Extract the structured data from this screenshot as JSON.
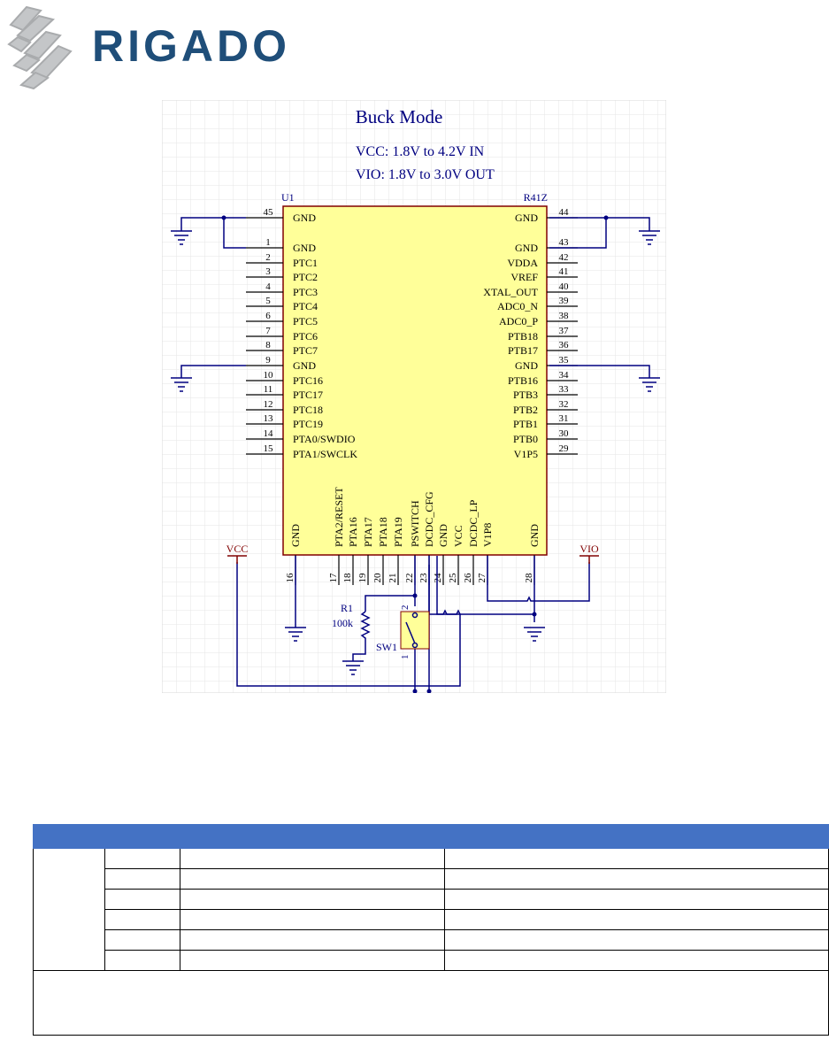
{
  "logo": {
    "text": "RIGADO"
  },
  "schematic": {
    "title": "Buck Mode",
    "vcc_note": "VCC: 1.8V to 4.2V IN",
    "vio_note": "VIO: 1.8V to 3.0V OUT",
    "designator": "U1",
    "part_name": "R41Z",
    "left_pins": [
      {
        "num": "45",
        "name": "GND"
      },
      {
        "num": "1",
        "name": "GND"
      },
      {
        "num": "2",
        "name": "PTC1"
      },
      {
        "num": "3",
        "name": "PTC2"
      },
      {
        "num": "4",
        "name": "PTC3"
      },
      {
        "num": "5",
        "name": "PTC4"
      },
      {
        "num": "6",
        "name": "PTC5"
      },
      {
        "num": "7",
        "name": "PTC6"
      },
      {
        "num": "8",
        "name": "PTC7"
      },
      {
        "num": "9",
        "name": "GND"
      },
      {
        "num": "10",
        "name": "PTC16"
      },
      {
        "num": "11",
        "name": "PTC17"
      },
      {
        "num": "12",
        "name": "PTC18"
      },
      {
        "num": "13",
        "name": "PTC19"
      },
      {
        "num": "14",
        "name": "PTA0/SWDIO"
      },
      {
        "num": "15",
        "name": "PTA1/SWCLK"
      }
    ],
    "right_pins": [
      {
        "num": "44",
        "name": "GND"
      },
      {
        "num": "43",
        "name": "GND"
      },
      {
        "num": "42",
        "name": "VDDA"
      },
      {
        "num": "41",
        "name": "VREF"
      },
      {
        "num": "40",
        "name": "XTAL_OUT"
      },
      {
        "num": "39",
        "name": "ADC0_N"
      },
      {
        "num": "38",
        "name": "ADC0_P"
      },
      {
        "num": "37",
        "name": "PTB18"
      },
      {
        "num": "36",
        "name": "PTB17"
      },
      {
        "num": "35",
        "name": "GND"
      },
      {
        "num": "34",
        "name": "PTB16"
      },
      {
        "num": "33",
        "name": "PTB3"
      },
      {
        "num": "32",
        "name": "PTB2"
      },
      {
        "num": "31",
        "name": "PTB1"
      },
      {
        "num": "30",
        "name": "PTB0"
      },
      {
        "num": "29",
        "name": "V1P5"
      }
    ],
    "bottom_pins": [
      {
        "num": "16",
        "name": "GND"
      },
      {
        "num": "17",
        "name": "PTA2/RESET"
      },
      {
        "num": "18",
        "name": "PTA16"
      },
      {
        "num": "19",
        "name": "PTA17"
      },
      {
        "num": "20",
        "name": "PTA18"
      },
      {
        "num": "21",
        "name": "PTA19"
      },
      {
        "num": "22",
        "name": "PSWITCH"
      },
      {
        "num": "23",
        "name": "DCDC_CFG"
      },
      {
        "num": "24",
        "name": "GND"
      },
      {
        "num": "25",
        "name": "VCC"
      },
      {
        "num": "26",
        "name": "DCDC_LP"
      },
      {
        "num": "27",
        "name": "V1P8"
      },
      {
        "num": "28",
        "name": "GND"
      }
    ],
    "vcc_port": "VCC",
    "vio_port": "VIO",
    "resistor_designator": "R1",
    "resistor_value": "100k",
    "switch_designator": "SW1",
    "switch_pin_a": "2",
    "switch_pin_b": "1",
    "colors": {
      "wire": "#000080",
      "body_fill": "#ffff99",
      "body_stroke": "#800000",
      "port": "#800000",
      "grid": "#e6e6e6",
      "text": "#000080"
    }
  },
  "table": {
    "header_color": "#4472c4",
    "columns": [
      "",
      "",
      "",
      ""
    ],
    "rows": [
      [
        "",
        "",
        "",
        ""
      ],
      [
        "",
        "",
        "",
        ""
      ],
      [
        "",
        "",
        "",
        ""
      ],
      [
        "",
        "",
        "",
        ""
      ],
      [
        "",
        "",
        "",
        ""
      ],
      [
        "",
        "",
        "",
        ""
      ]
    ],
    "note": ""
  }
}
